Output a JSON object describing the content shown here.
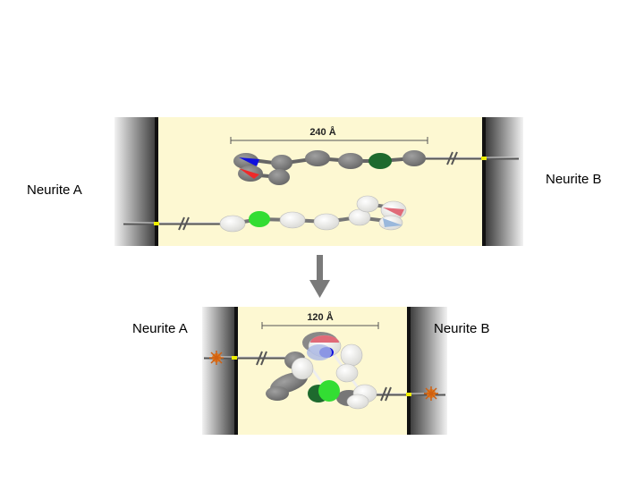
{
  "top_panel": {
    "neurite_a": "Neurite A",
    "neurite_b": "Neurite B",
    "distance": "240 Å"
  },
  "bottom_panel": {
    "neurite_a": "Neurite A",
    "neurite_b": "Neurite B",
    "distance": "120 Å"
  },
  "colors": {
    "cleft": "#fdf8d2",
    "gray_domain": "#7c7c7c",
    "white_domain": "#f6f6f2",
    "green_dark": "#1e6a2e",
    "green_light": "#33dd33",
    "blue": "#1010dd",
    "red": "#ee2a2a",
    "arrow": "#7a7a7a"
  }
}
